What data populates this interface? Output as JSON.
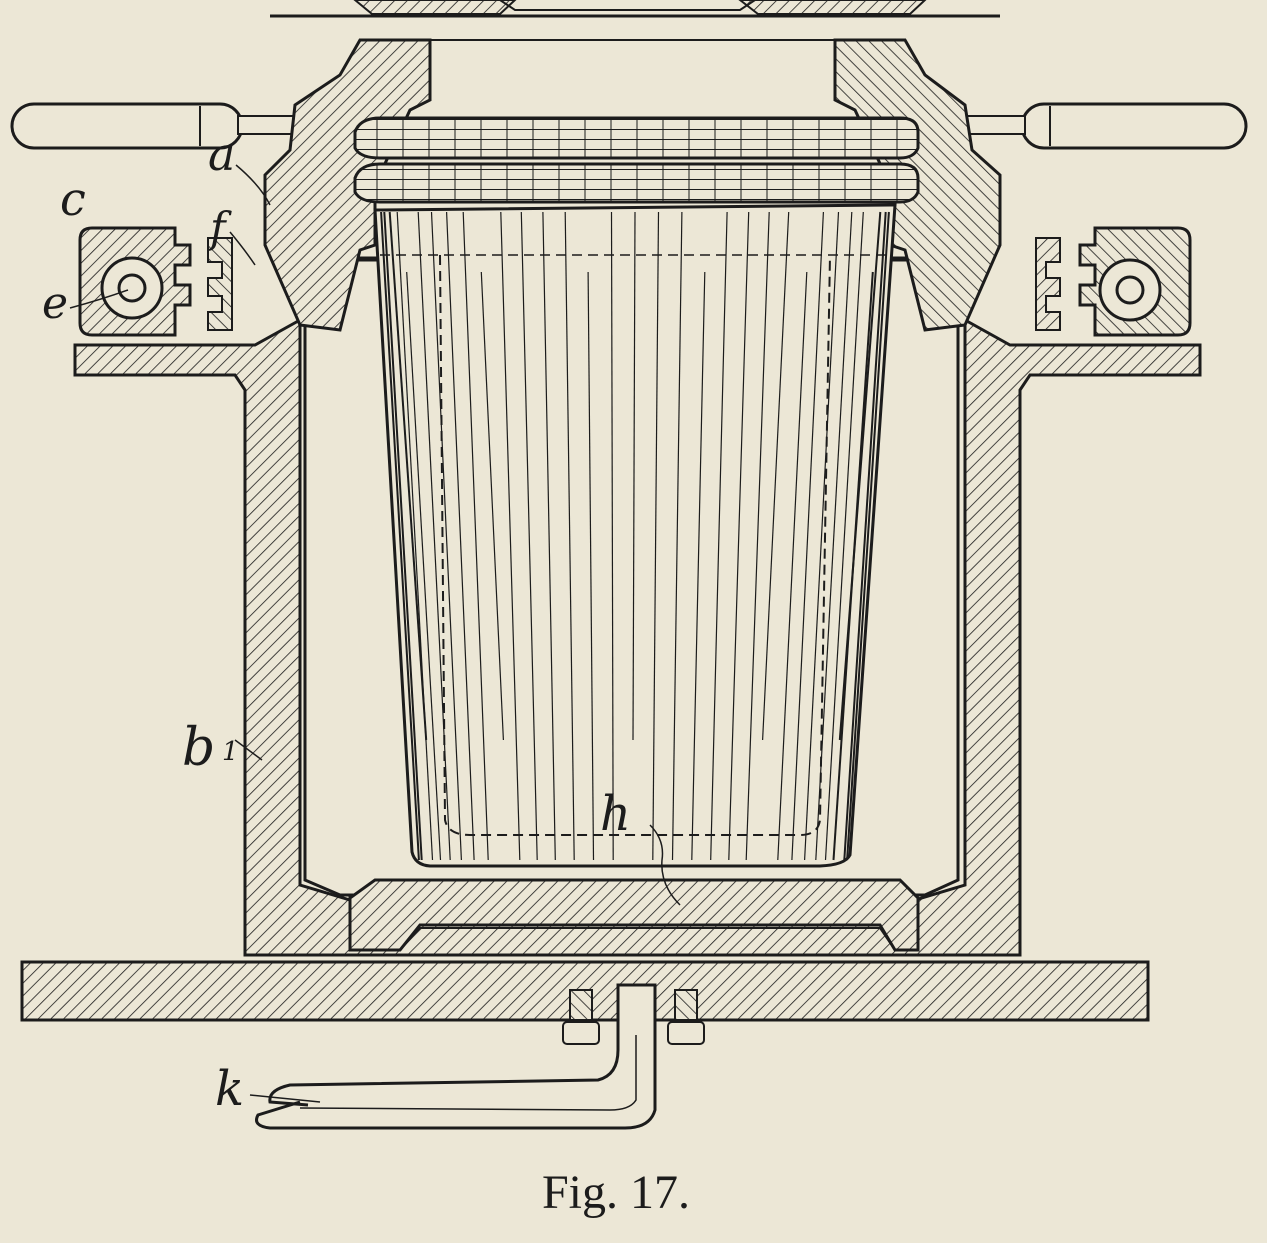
{
  "figure": {
    "caption": "Fig. 17.",
    "labels": {
      "a": "a",
      "c": "c",
      "f": "f",
      "e": "e",
      "b1_main": "b",
      "b1_sub": "1",
      "h": "h",
      "k": "k"
    }
  },
  "palette": {
    "paper": "#ece7d6",
    "ink": "#1c1c1c"
  }
}
